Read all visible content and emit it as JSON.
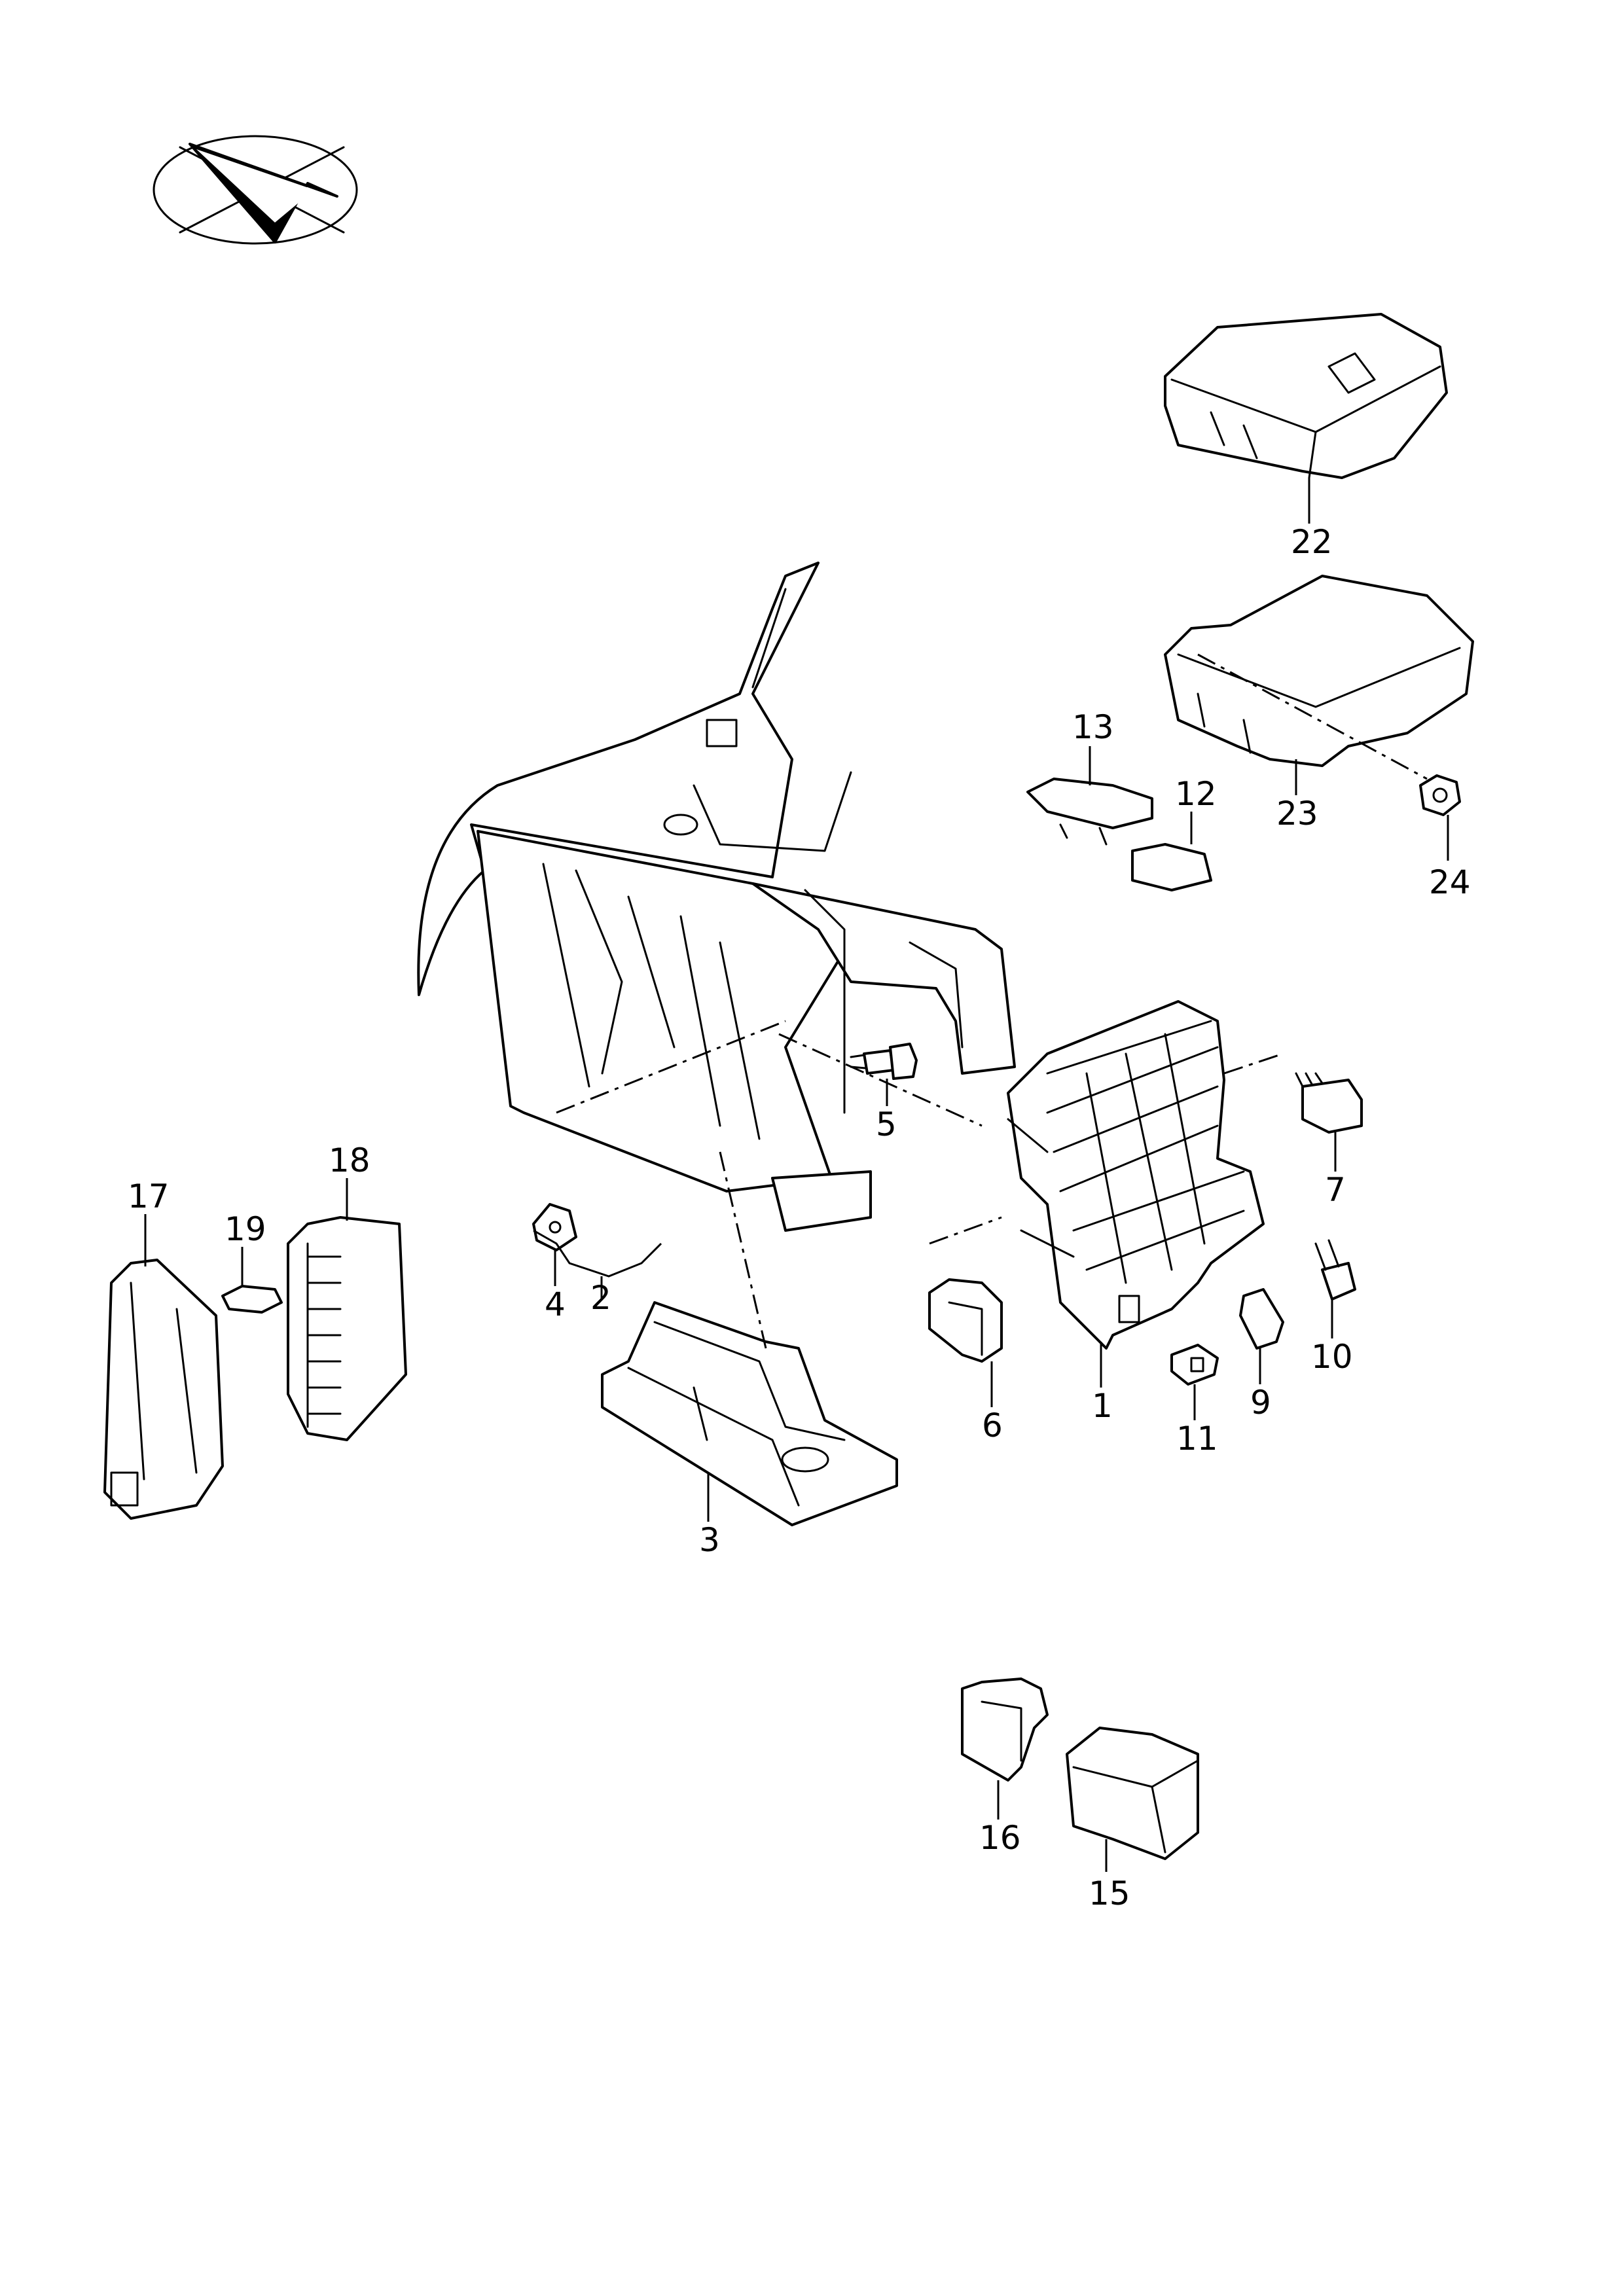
{
  "diagram": {
    "orientation_icon": "direction-arrow-icon",
    "callouts": [
      "1",
      "2",
      "3",
      "4",
      "5",
      "6",
      "7",
      "9",
      "10",
      "11",
      "12",
      "13",
      "15",
      "16",
      "17",
      "18",
      "19",
      "22",
      "23",
      "24"
    ]
  }
}
